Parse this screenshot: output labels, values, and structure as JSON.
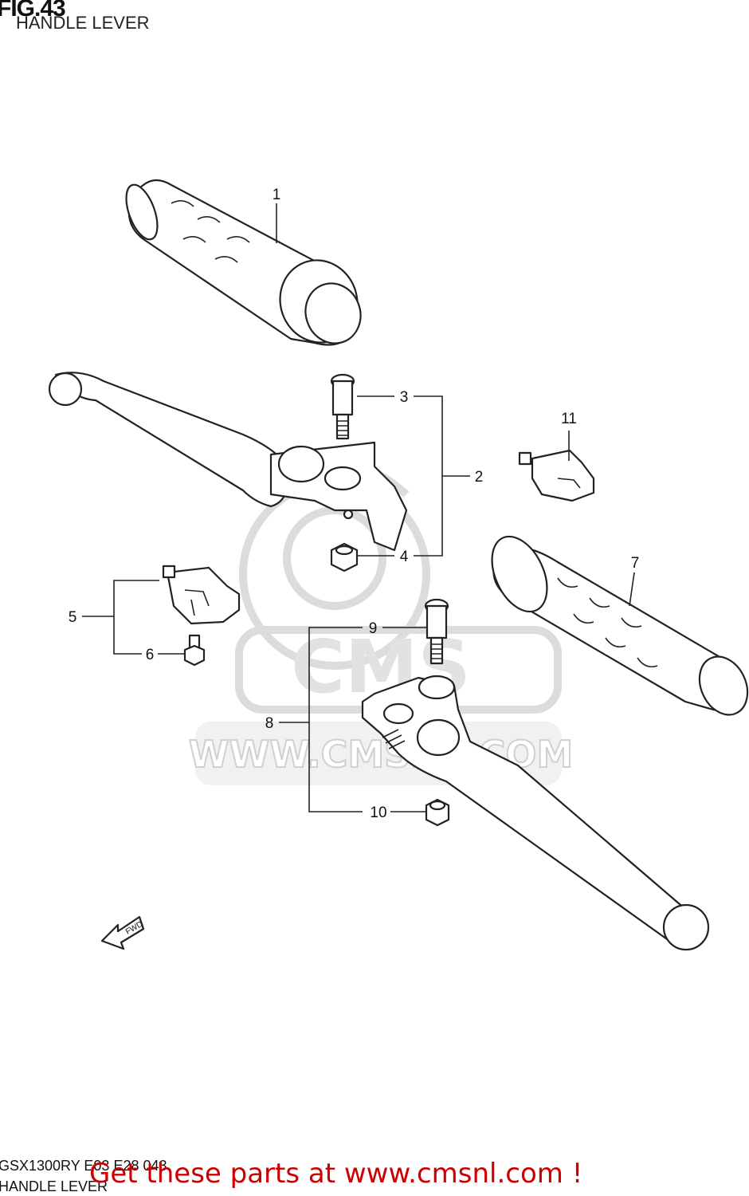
{
  "header": {
    "figure_number": "FIG.43",
    "figure_title": "HANDLE LEVER"
  },
  "watermark": {
    "text": "WWW.CMSNL.COM",
    "logo": "CMS"
  },
  "callouts": [
    {
      "id": "c1",
      "label": "1"
    },
    {
      "id": "c2",
      "label": "2"
    },
    {
      "id": "c3",
      "label": "3"
    },
    {
      "id": "c4",
      "label": "4"
    },
    {
      "id": "c5",
      "label": "5"
    },
    {
      "id": "c6",
      "label": "6"
    },
    {
      "id": "c7",
      "label": "7"
    },
    {
      "id": "c8",
      "label": "8"
    },
    {
      "id": "c9",
      "label": "9"
    },
    {
      "id": "c10",
      "label": "10"
    },
    {
      "id": "c11",
      "label": "11"
    }
  ],
  "direction_arrow": {
    "label": "FWD"
  },
  "footer": {
    "diagram_code": "GSX1300RY E03 E28 043",
    "diagram_title": "HANDLE LEVER",
    "promo_text": "Get these parts at www.cmsnl.com !"
  },
  "colors": {
    "promo": "#cc0000",
    "line": "#222222",
    "watermark": "#dcdcdc"
  }
}
